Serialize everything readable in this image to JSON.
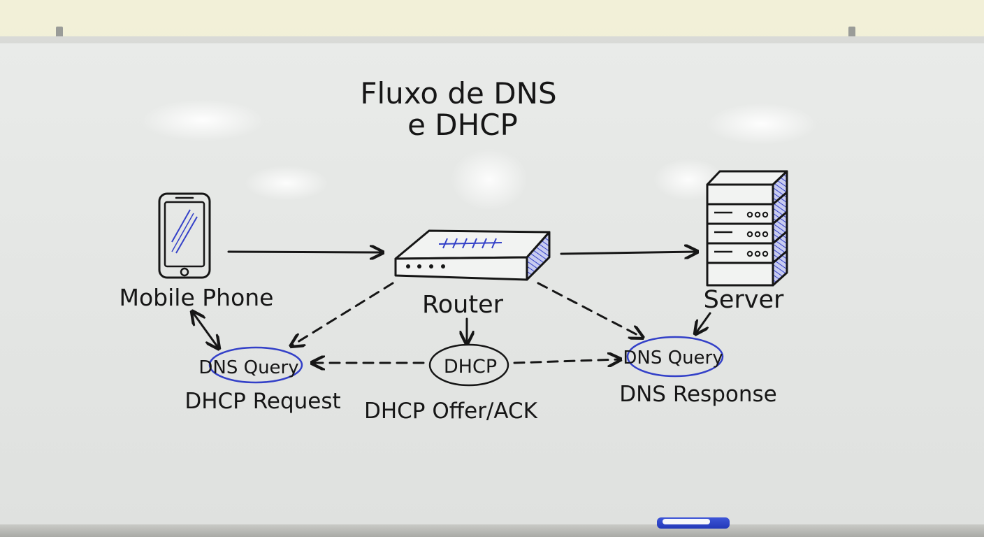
{
  "title": {
    "line1": "Fluxo de DNS",
    "line2": "e DHCP"
  },
  "nodes": {
    "phone": {
      "label": "Mobile Phone",
      "icon": "mobile-phone-icon"
    },
    "router": {
      "label": "Router",
      "icon": "router-icon"
    },
    "server": {
      "label": "Server",
      "icon": "server-icon"
    }
  },
  "bubbles": {
    "left_dns_query": "DNS Query",
    "dhcp": "DHCP",
    "right_dns_query": "DNS Query"
  },
  "captions": {
    "dhcp_request": "DHCP Request",
    "dhcp_offer_ack": "DHCP Offer/ACK",
    "dns_response": "DNS Response"
  },
  "colors": {
    "ink": "#161616",
    "blue_marker": "#3340c8"
  }
}
